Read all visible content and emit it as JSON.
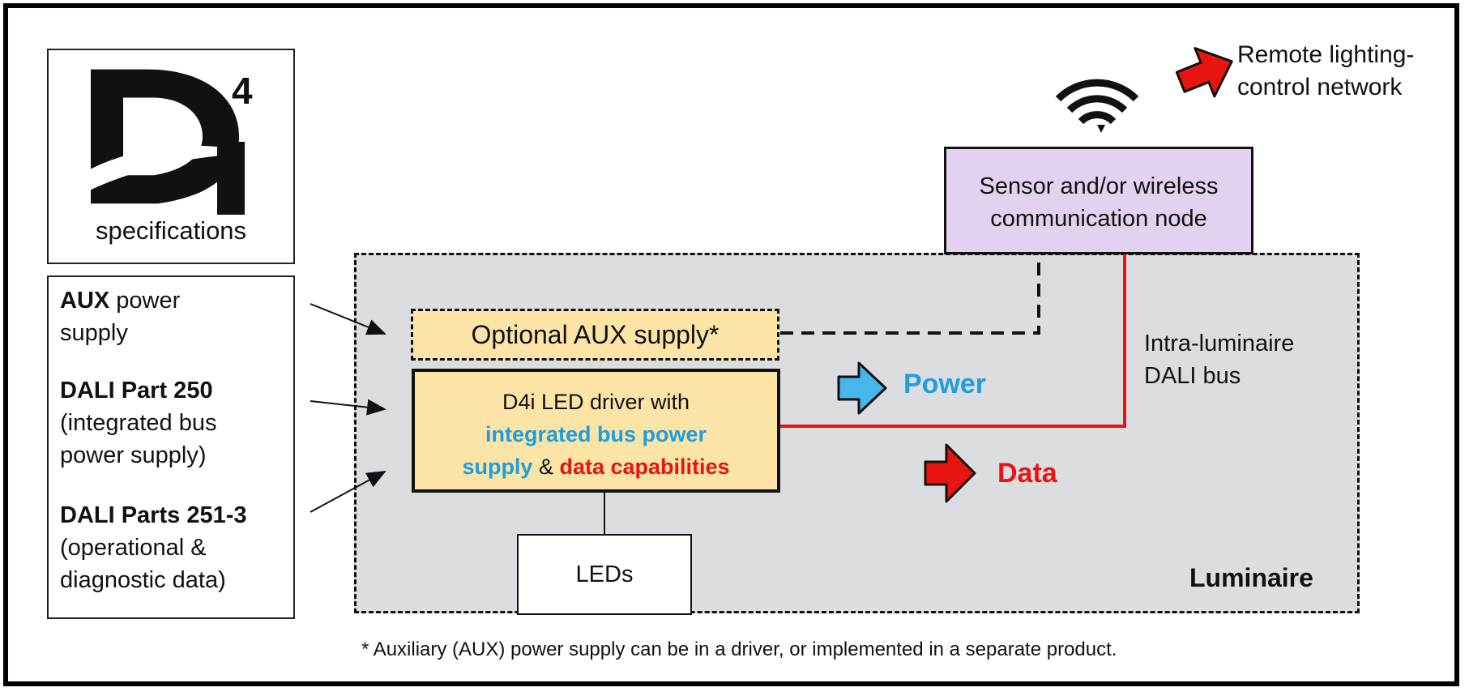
{
  "logo": {
    "letter": "D",
    "superscript": "4",
    "subscript_letter": "i",
    "caption": "specifications"
  },
  "specs": [
    {
      "bold": "AUX",
      "rest_line1": " power",
      "rest_line2": "supply"
    },
    {
      "bold": "DALI Part 250",
      "rest_line1": "(integrated bus",
      "rest_line2": "power supply)"
    },
    {
      "bold": "DALI Parts 251-3",
      "rest_line1": "(operational &",
      "rest_line2": "diagnostic data)"
    }
  ],
  "aux_box": {
    "label": "Optional AUX supply*"
  },
  "driver_box": {
    "line1": "D4i LED driver with",
    "blue1": "integrated bus power",
    "blue2": "supply",
    "amp": " & ",
    "red": "data capabilities"
  },
  "leds_box": {
    "label": "LEDs"
  },
  "sensor_box": {
    "line1": "Sensor and/or wireless",
    "line2": "communication node"
  },
  "legend": {
    "power": "Power",
    "data": "Data"
  },
  "bus": {
    "line1": "Intra-luminaire",
    "line2": "DALI bus"
  },
  "luminaire_label": "Luminaire",
  "remote": {
    "line1": "Remote lighting-",
    "line2": "control network"
  },
  "footnote": "* Auxiliary (AUX) power supply can be in a driver, or implemented in a separate product.",
  "colors": {
    "power": "#1e9ede",
    "data": "#e8140f",
    "luminaire_bg": "#dcdde0",
    "driver_bg": "#fbe4a6",
    "sensor_bg": "#e2d2ef"
  }
}
